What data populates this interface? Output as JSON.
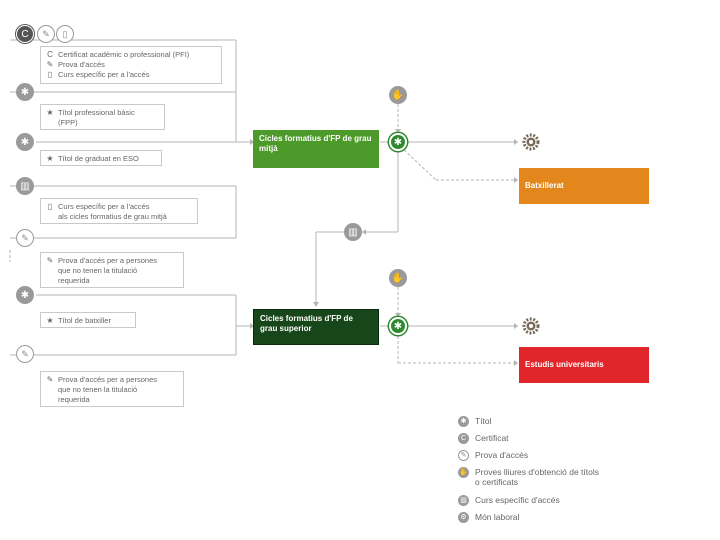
{
  "boxes": {
    "b1": {
      "l1": "Certificat acadèmic o professional (PFI)",
      "l2": "Prova d'accés",
      "l3": "Curs específic per a l'accés"
    },
    "b2": {
      "l1": "Títol professional bàsic",
      "l2": "(FPP)"
    },
    "b3": {
      "l1": "Títol de graduat en ESO"
    },
    "b4": {
      "l1": "Curs específic per a l'accés",
      "l2": "als cicles formatius de grau mitjà"
    },
    "b5": {
      "l1": "Prova d'accés per a persones",
      "l2": "que no tenen la titulació",
      "l3": "requerida"
    },
    "b6": {
      "l1": "Títol de batxiller"
    },
    "b7": {
      "l1": "Prova d'accés per a persones",
      "l2": "que no tenen la titulació",
      "l3": "requerida"
    }
  },
  "nodes": {
    "cfgm": "Cicles formatius d'FP de grau mitjà",
    "cfgs": "Cicles formatius d'FP de grau superior",
    "batx": "Batxillerat",
    "univ": "Estudis universitaris"
  },
  "legend": {
    "titol": "Títol",
    "certificat": "Certificat",
    "prova": "Prova d'accés",
    "proves_lliures_1": "Proves lliures d'obtenció de títols",
    "proves_lliures_2": "o certificats",
    "curs": "Curs específic d'accés",
    "mon": "Món laboral"
  },
  "colors": {
    "green": "#4c9a2a",
    "darkgreen": "#17461a",
    "orange": "#e3861c",
    "red": "#e0262a",
    "grey": "#9a9a9a"
  },
  "icons": [
    "star-icon",
    "certificate-icon",
    "pencil-icon",
    "book-icon",
    "hands-icon",
    "gear-icon"
  ]
}
